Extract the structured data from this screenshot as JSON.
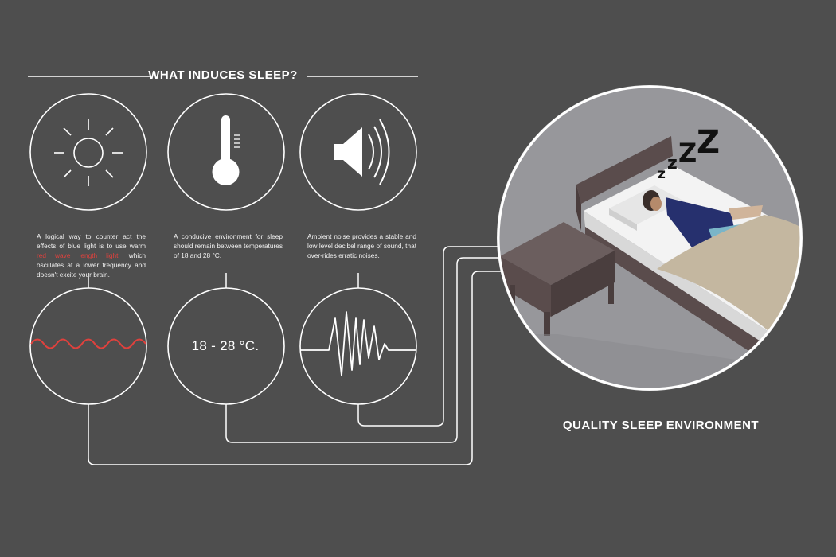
{
  "header": {
    "title": "WHAT INDUCES SLEEP?"
  },
  "factors": [
    {
      "icon": "sun-icon",
      "text_before": "A logical way to counter act the effects of blue light is to use warm ",
      "text_highlight": "red wave length light",
      "text_after": ", which oscillates at a lower frequency and doesn't excite your brain.",
      "visual": "red-wave-graphic"
    },
    {
      "icon": "thermometer-icon",
      "text": "A conducive environment for sleep should remain between temperatures of 18 and 28 °C.",
      "value": "18 - 28 °C."
    },
    {
      "icon": "speaker-icon",
      "text": "Ambient noise provides a stable and low level decibel range of sound, that over-rides erratic noises.",
      "visual": "sound-waveform-graphic"
    }
  ],
  "scene": {
    "label": "QUALITY SLEEP ENVIRONMENT",
    "snore_letters": [
      "z",
      "z",
      "Z",
      "Z"
    ]
  },
  "colors": {
    "background": "#4e4e4e",
    "line": "#ffffff",
    "highlight_red": "#e0413d",
    "scene_bg": "#97979b",
    "furniture": "#5a4c4c",
    "blanket": "#c4b7a0"
  }
}
